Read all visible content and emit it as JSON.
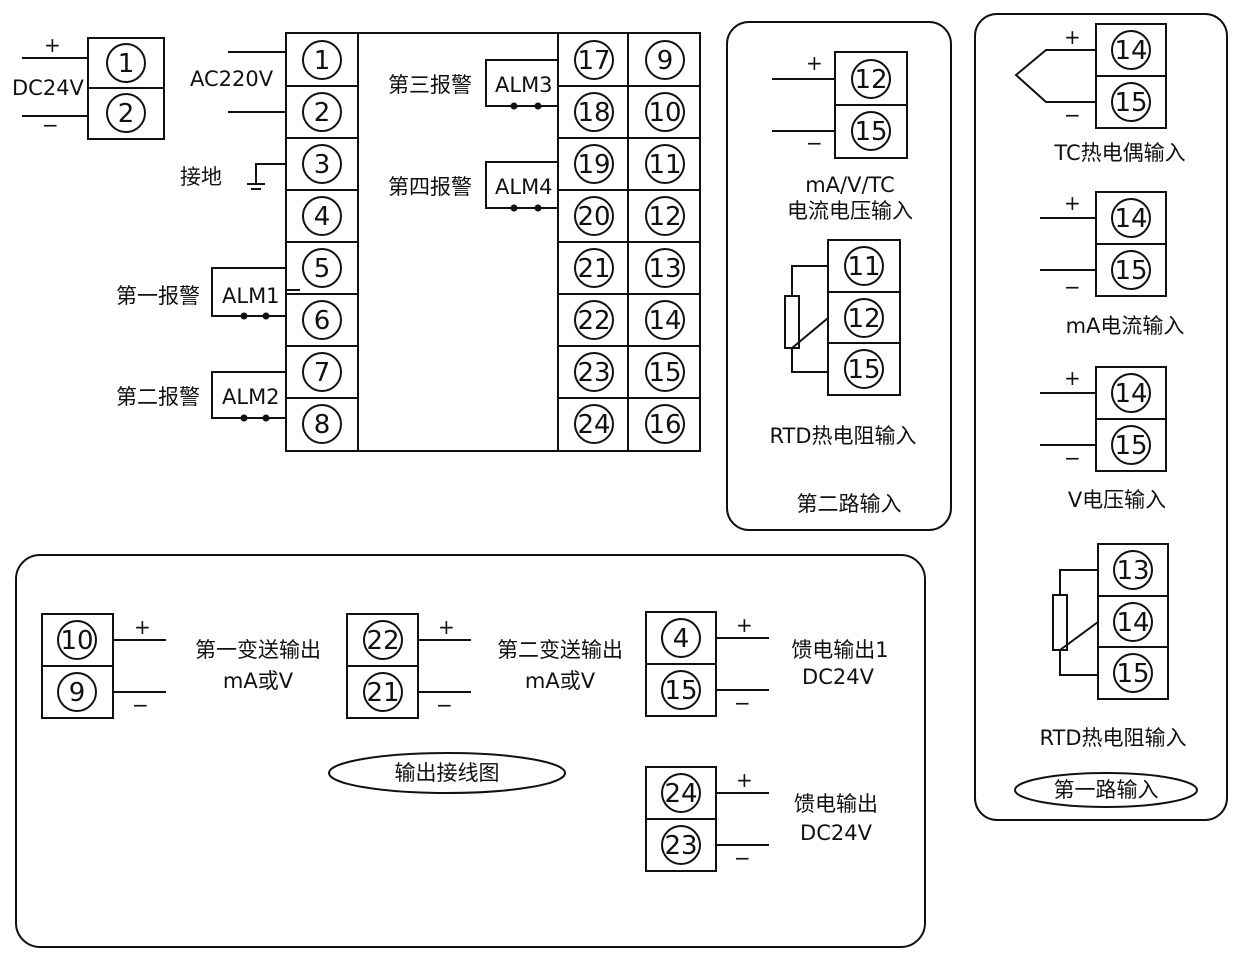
{
  "power": {
    "dc24v": "DC24V",
    "ac220v": "AC220V",
    "ground": "接地"
  },
  "alarms": {
    "alm1": {
      "label": "第一报警",
      "tag": "ALM1"
    },
    "alm2": {
      "label": "第二报警",
      "tag": "ALM2"
    },
    "alm3": {
      "label": "第三报警",
      "tag": "ALM3"
    },
    "alm4": {
      "label": "第四报警",
      "tag": "ALM4"
    }
  },
  "signs": {
    "plus": "+",
    "minus": "−"
  },
  "terminals": {
    "dc": [
      "1",
      "2"
    ],
    "left_col": [
      "1",
      "2",
      "3",
      "4",
      "5",
      "6",
      "7",
      "8"
    ],
    "mid_col": [
      "17",
      "18",
      "19",
      "20",
      "21",
      "22",
      "23",
      "24"
    ],
    "right_col": [
      "9",
      "10",
      "11",
      "12",
      "13",
      "14",
      "15",
      "16"
    ]
  },
  "input2": {
    "title": "第二路输入",
    "ma_v_tc": {
      "line1": "mA/V/TC",
      "line2": "电流电压输入",
      "terminals": [
        "12",
        "15"
      ]
    },
    "rtd": {
      "label": "RTD热电阻输入",
      "terminals": [
        "11",
        "12",
        "15"
      ]
    }
  },
  "input1": {
    "title": "第一路输入",
    "tc": {
      "label": "TC热电偶输入",
      "terminals": [
        "14",
        "15"
      ]
    },
    "ma": {
      "label": "mA电流输入",
      "terminals": [
        "14",
        "15"
      ]
    },
    "v": {
      "label": "V电压输入",
      "terminals": [
        "14",
        "15"
      ]
    },
    "rtd": {
      "label": "RTD热电阻输入",
      "terminals": [
        "13",
        "14",
        "15"
      ]
    }
  },
  "output": {
    "title": "输出接线图",
    "tx1": {
      "line1": "第一变送输出",
      "line2": "mA或V",
      "terminals": [
        "10",
        "9"
      ]
    },
    "tx2": {
      "line1": "第二变送输出",
      "line2": "mA或V",
      "terminals": [
        "22",
        "21"
      ]
    },
    "feed1": {
      "line1": "馈电输出1",
      "line2": "DC24V",
      "terminals": [
        "4",
        "15"
      ]
    },
    "feed2": {
      "line1": "馈电输出",
      "line2": "DC24V",
      "terminals": [
        "24",
        "23"
      ]
    }
  }
}
